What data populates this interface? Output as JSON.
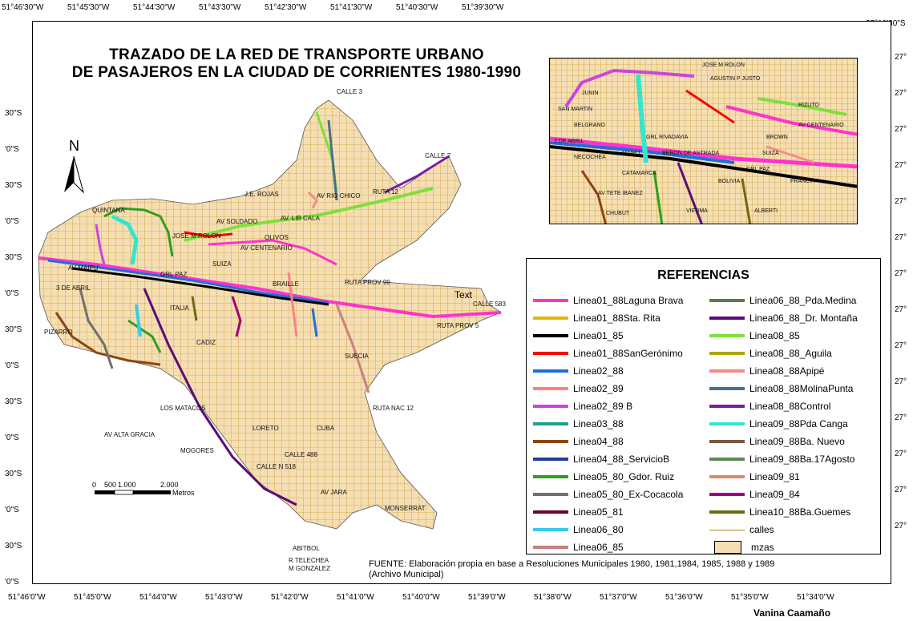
{
  "map": {
    "title_line1": "TRAZADO DE LA RED DE TRANSPORTE URBANO",
    "title_line2": "DE PASAJEROS EN LA CIUDAD DE CORRIENTES 1980-1990",
    "north": "N",
    "text_marker": "Text",
    "source_line1": "FUENTE: Elaboración propia en base a Resoluciones Municipales 1980, 1981,1984, 1985, 1988 y 1989",
    "source_line2": "(Archivo Municipal)",
    "author": "Vanina Caamaño",
    "colors": {
      "block_fill": "#f5deb3",
      "street": "#b8860b"
    }
  },
  "top_coords": [
    "51°46'30\"W",
    "51°45'30\"W",
    "51°44'30\"W",
    "51°43'30\"W",
    "51°42'30\"W",
    "51°41'30\"W",
    "51°40'30\"W",
    "51°39'30\"W"
  ],
  "top_right_coord": "27°18'30\"S",
  "bottom_coords": [
    "51°46'0\"W",
    "51°45'0\"W",
    "51°44'0\"W",
    "51°43'0\"W",
    "51°42'0\"W",
    "51°41'0\"W",
    "51°40'0\"W",
    "51°39'0\"W",
    "51°38'0\"W",
    "51°37'0\"W",
    "51°36'0\"W",
    "51°35'0\"W",
    "51°34'0\"W"
  ],
  "left_coords": [
    "30\"S",
    "'0\"S",
    "30\"S",
    "'0\"S",
    "30\"S",
    "'0\"S",
    "30\"S",
    "'0\"S",
    "30\"S",
    "'0\"S",
    "30\"S",
    "'0\"S",
    "30\"S",
    "'0\"S"
  ],
  "right_coords": [
    "27°",
    "27°",
    "27°",
    "27°",
    "27°",
    "27°",
    "27°",
    "27°",
    "27°",
    "27°",
    "27°",
    "27°",
    "27°",
    "27°"
  ],
  "scale": {
    "ticks": [
      "0",
      "500",
      "1.000",
      "2.000"
    ],
    "unit": "Metros"
  },
  "street_labels": {
    "main": [
      "AV CENTENARIO",
      "OLIVOS",
      "BRAILLE",
      "SUIZA",
      "RUTA PROV 99",
      "RUTA PROV 5",
      "RUTA 12",
      "CALLE 7",
      "CALLE 583",
      "CALLE 488",
      "LOS MATACOS",
      "AV ALTA GRACIA",
      "MOGORES",
      "CALLE N 518",
      "RUTA NAC 12",
      "SUECIA",
      "LORETO",
      "CUBA",
      "MONSERRAT",
      "AV RIO CHICO",
      "J.E. ROJAS",
      "AV SOLDADO",
      "JOSE M ROLON",
      "QUINTANA",
      "PIZARRO",
      "3 DE ABRIL",
      "AV MAIPU",
      "CADIZ",
      "ITALIA",
      "GRL PAZ",
      "AV. LIB CALA",
      "ABITBOL",
      "R TELECHEA",
      "M GONZALEZ",
      "AV JARA",
      "CALLE 3"
    ],
    "inset": [
      "JOSE M ROLON",
      "AGUSTIN P JUSTO",
      "RIZUTO",
      "AV CENTENARIO",
      "BROWN",
      "SUIZA",
      "GRL PAZ",
      "ALBERTI",
      "VIEDMA",
      "CHUBUT",
      "3 DE ABRIL",
      "NECOCHEA",
      "BELGRANO",
      "SAN MARTIN",
      "JUNIN",
      "FRANCIA",
      "GRL RIVADAVIA",
      "BERON DE ASTRADA",
      "MAIPU",
      "CATAMARCA",
      "AV TETE IBANEZ",
      "BOLIVIA"
    ]
  },
  "legend": {
    "title": "REFERENCIAS",
    "left": [
      {
        "label": "Linea01_88Laguna Brava",
        "color": "#ff33cc"
      },
      {
        "label": "Linea01_88Sta. Rita",
        "color": "#e6b800"
      },
      {
        "label": "Linea01_85",
        "color": "#000000"
      },
      {
        "label": "Linea01_88SanGerónimo",
        "color": "#ff0000"
      },
      {
        "label": "Linea02_88",
        "color": "#1e6fd9"
      },
      {
        "label": "Linea02_89",
        "color": "#ff7f7f"
      },
      {
        "label": "Linea02_89 B",
        "color": "#cc44dd"
      },
      {
        "label": "Linea03_88",
        "color": "#1aa38c"
      },
      {
        "label": "Linea04_88",
        "color": "#8b4513"
      },
      {
        "label": "Linea04_88_ServicioB",
        "color": "#1f3f99"
      },
      {
        "label": "Linea05_80_Gdor. Ruiz",
        "color": "#2e9e1f"
      },
      {
        "label": "Linea05_80_Ex-Cocacola",
        "color": "#707070"
      },
      {
        "label": "Linea05_81",
        "color": "#6b0033"
      },
      {
        "label": "Linea06_80",
        "color": "#33ccee"
      },
      {
        "label": "Linea06_85",
        "color": "#c98080"
      }
    ],
    "right": [
      {
        "label": "Linea06_88_Pda.Medina",
        "color": "#5a7a50",
        "kind": "line"
      },
      {
        "label": "Linea06_88_Dr. Montaña",
        "color": "#5c0a7a",
        "kind": "line"
      },
      {
        "label": "Linea08_85",
        "color": "#7fe03a",
        "kind": "line"
      },
      {
        "label": "Linea08_88_Aguila",
        "color": "#a8a800",
        "kind": "line"
      },
      {
        "label": "Linea08_88Apipé",
        "color": "#f08c8c",
        "kind": "line"
      },
      {
        "label": "Linea08_88MolinaPunta",
        "color": "#46708c",
        "kind": "line"
      },
      {
        "label": "Linea08_88Control",
        "color": "#7a1fa0",
        "kind": "line"
      },
      {
        "label": "Linea09_88Pda Canga",
        "color": "#33e6cc",
        "kind": "line"
      },
      {
        "label": "Linea09_88Ba. Nuevo",
        "color": "#7a5540",
        "kind": "line"
      },
      {
        "label": "Linea09_88Ba.17Agosto",
        "color": "#5a8a5a",
        "kind": "line"
      },
      {
        "label": "Linea09_81",
        "color": "#d98c6a",
        "kind": "line"
      },
      {
        "label": "Linea09_84",
        "color": "#a0007a",
        "kind": "line"
      },
      {
        "label": "Linea10_88Ba.Guemes",
        "color": "#6b6b10",
        "kind": "line"
      },
      {
        "label": "calles",
        "color": "#b8860b",
        "kind": "thin"
      },
      {
        "label": "mzas",
        "color": "#f5deb3",
        "kind": "box"
      }
    ]
  }
}
